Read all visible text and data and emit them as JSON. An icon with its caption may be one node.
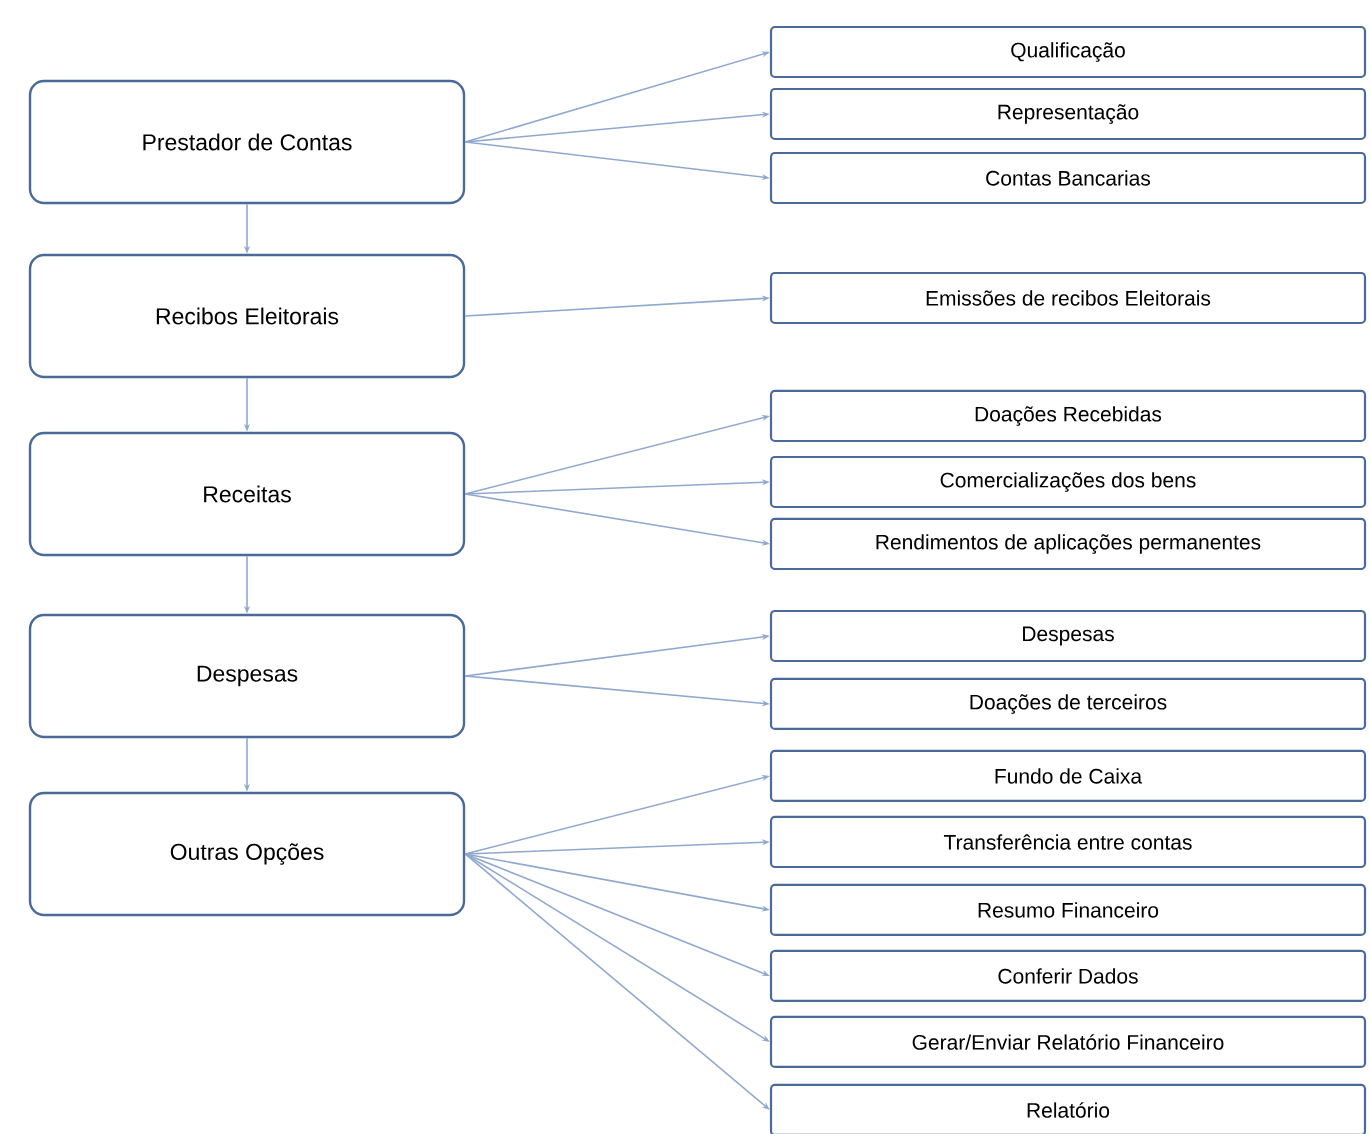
{
  "diagram": {
    "nodes": [
      {
        "text": [
          "Prestador de Contas"
        ]
      },
      {
        "text": [
          "Qualificação"
        ]
      },
      {
        "text": [
          "Representação"
        ]
      },
      {
        "text": [
          "Contas Bancarias"
        ]
      },
      {
        "text": [
          "Recibos Eleitorais"
        ]
      },
      {
        "text": [
          "Emissões de recibos Eleitorais"
        ]
      },
      {
        "text": [
          "Receitas"
        ]
      },
      {
        "text": [
          "Doações Recebidas"
        ]
      },
      {
        "text": [
          "Comercializações dos bens"
        ]
      },
      {
        "text": [
          "Rendimentos de aplicações permanentes"
        ]
      },
      {
        "text": [
          "Despesas"
        ]
      },
      {
        "text": [
          "Despesas"
        ]
      },
      {
        "text": [
          "Doações de terceiros"
        ]
      },
      {
        "text": [
          "Outras Opções"
        ]
      },
      {
        "text": [
          "Fundo de Caixa"
        ]
      },
      {
        "text": [
          "Transferência entre contas"
        ]
      },
      {
        "text": [
          "Resumo Financeiro"
        ]
      },
      {
        "text": [
          "Conferir Dados"
        ]
      },
      {
        "text": [
          "Gerar/Enviar Relatório Financeiro"
        ]
      },
      {
        "text": [
          "Relatório"
        ]
      }
    ],
    "edges": [
      {
        "from": 0,
        "to": 4,
        "arrow": "to"
      },
      {
        "from": 4,
        "to": 6,
        "arrow": "to"
      },
      {
        "from": 6,
        "to": 10,
        "arrow": "to"
      },
      {
        "from": 10,
        "to": 13,
        "arrow": "to"
      },
      {
        "from": 0,
        "to": 1,
        "arrow": "to"
      },
      {
        "from": 0,
        "to": 2,
        "arrow": "to"
      },
      {
        "from": 0,
        "to": 3,
        "arrow": "to"
      },
      {
        "from": 4,
        "to": 5,
        "arrow": "to"
      },
      {
        "from": 6,
        "to": 7,
        "arrow": "to"
      },
      {
        "from": 6,
        "to": 8,
        "arrow": "to"
      },
      {
        "from": 6,
        "to": 9,
        "arrow": "to"
      },
      {
        "from": 10,
        "to": 11,
        "arrow": "to"
      },
      {
        "from": 10,
        "to": 12,
        "arrow": "to"
      },
      {
        "from": 13,
        "to": 14,
        "arrow": "to"
      },
      {
        "from": 13,
        "to": 15,
        "arrow": "to"
      },
      {
        "from": 13,
        "to": 16,
        "arrow": "to"
      },
      {
        "from": 13,
        "to": 17,
        "arrow": "to"
      },
      {
        "from": 13,
        "to": 18,
        "arrow": "to"
      },
      {
        "from": 13,
        "to": 19,
        "arrow": "to"
      }
    ]
  }
}
